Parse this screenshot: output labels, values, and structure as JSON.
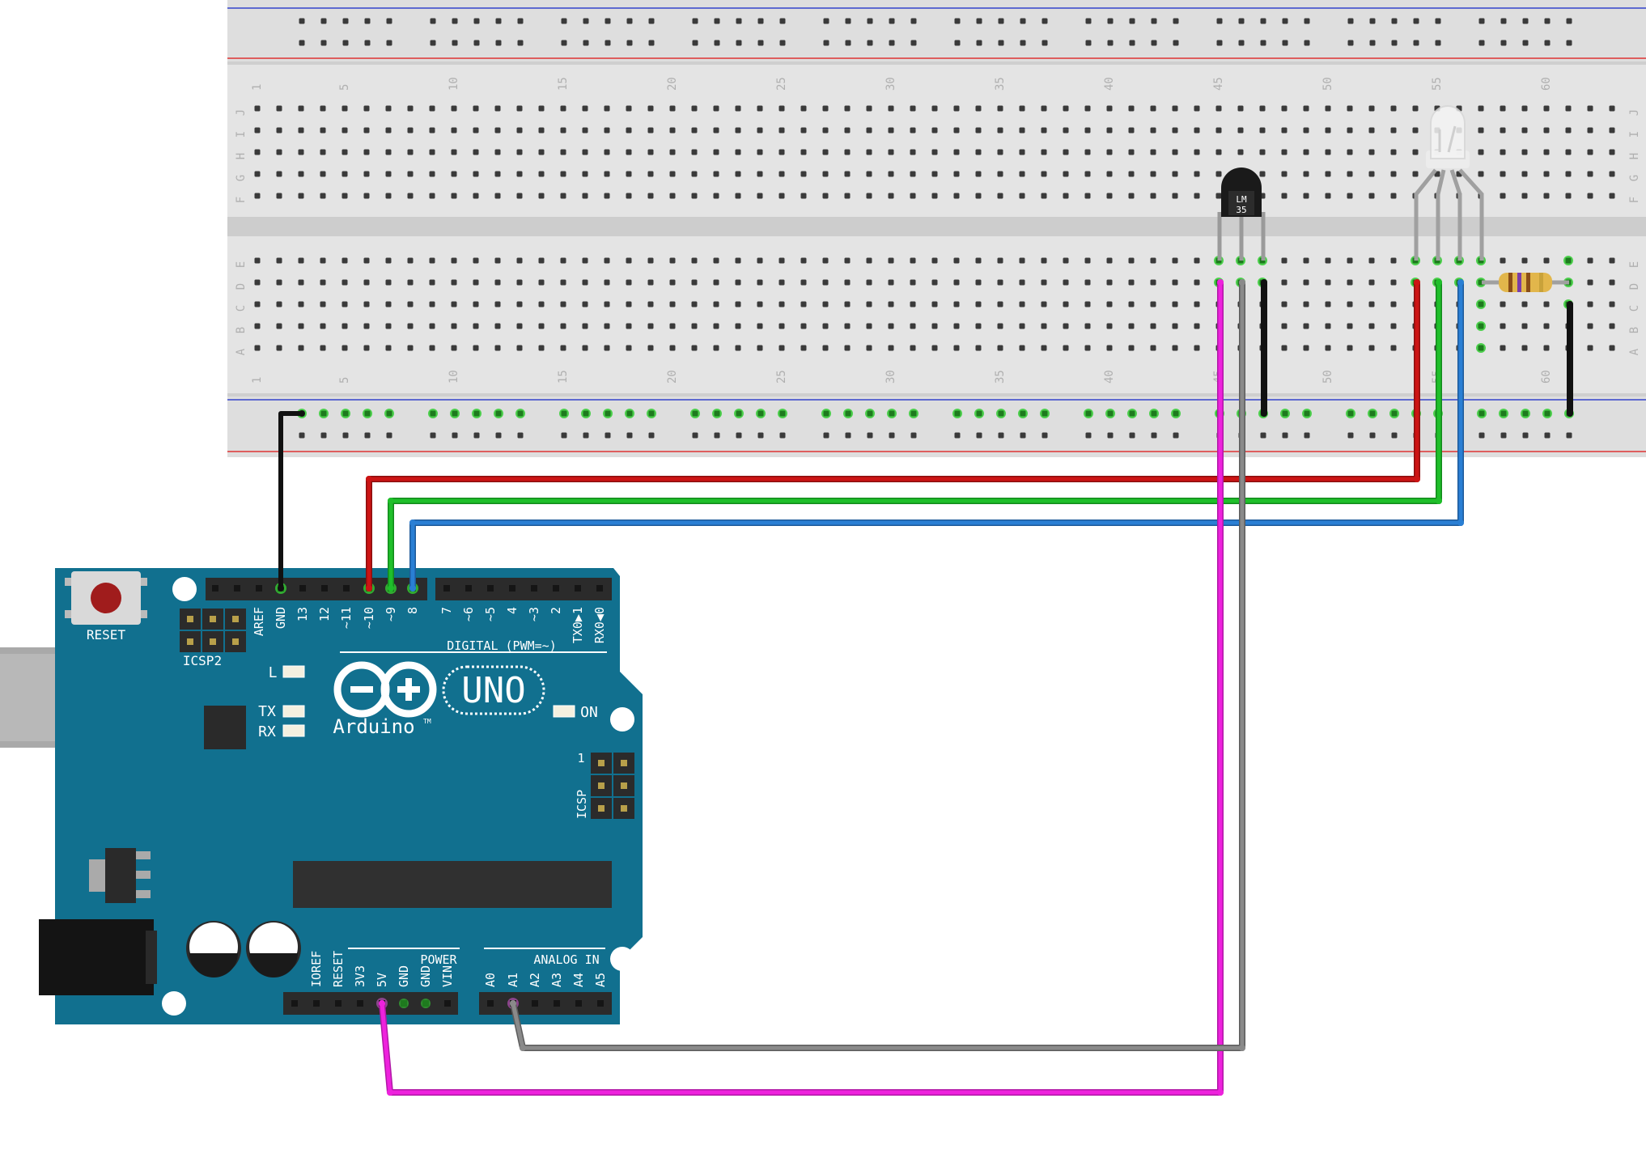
{
  "breadboard": {
    "row_labels_top": [
      "J",
      "I",
      "H",
      "G",
      "F"
    ],
    "row_labels_bottom": [
      "E",
      "D",
      "C",
      "B",
      "A"
    ],
    "column_numbers": [
      "1",
      "5",
      "10",
      "15",
      "20",
      "25",
      "30",
      "35",
      "40",
      "45",
      "50",
      "55",
      "60"
    ]
  },
  "components": {
    "sensor_label_line1": "LM",
    "sensor_label_line2": "35"
  },
  "arduino": {
    "reset_label": "RESET",
    "icsp2_label": "ICSP2",
    "icsp_label": "ICSP",
    "icsp_pin1": "1",
    "digital_header_label": "DIGITAL (PWM=~)",
    "digital_pins": [
      "AREF",
      "GND",
      "13",
      "12",
      "~11",
      "~10",
      "~9",
      "8",
      "7",
      "~6",
      "~5",
      "4",
      "~3",
      "2",
      "TX0▶1",
      "RX0◀0"
    ],
    "led_l": "L",
    "led_tx": "TX",
    "led_rx": "RX",
    "led_on": "ON",
    "logo_uno": "UNO",
    "logo_arduino": "Arduino",
    "logo_tm": "TM",
    "power_label": "POWER",
    "power_pins": [
      "IOREF",
      "RESET",
      "3V3",
      "5V",
      "GND",
      "GND",
      "VIN"
    ],
    "analog_label": "ANALOG IN",
    "analog_pins": [
      "A0",
      "A1",
      "A2",
      "A3",
      "A4",
      "A5"
    ]
  },
  "colors": {
    "board_teal": "#11708f",
    "wire_red": "#cc1414",
    "wire_green": "#1fbf2a",
    "wire_blue": "#2a7fd4",
    "wire_magenta": "#ee22dd",
    "wire_gray": "#8a8a8a",
    "wire_black": "#1a1a1a",
    "rail_blue": "#3344cc",
    "rail_red": "#dd3333"
  }
}
